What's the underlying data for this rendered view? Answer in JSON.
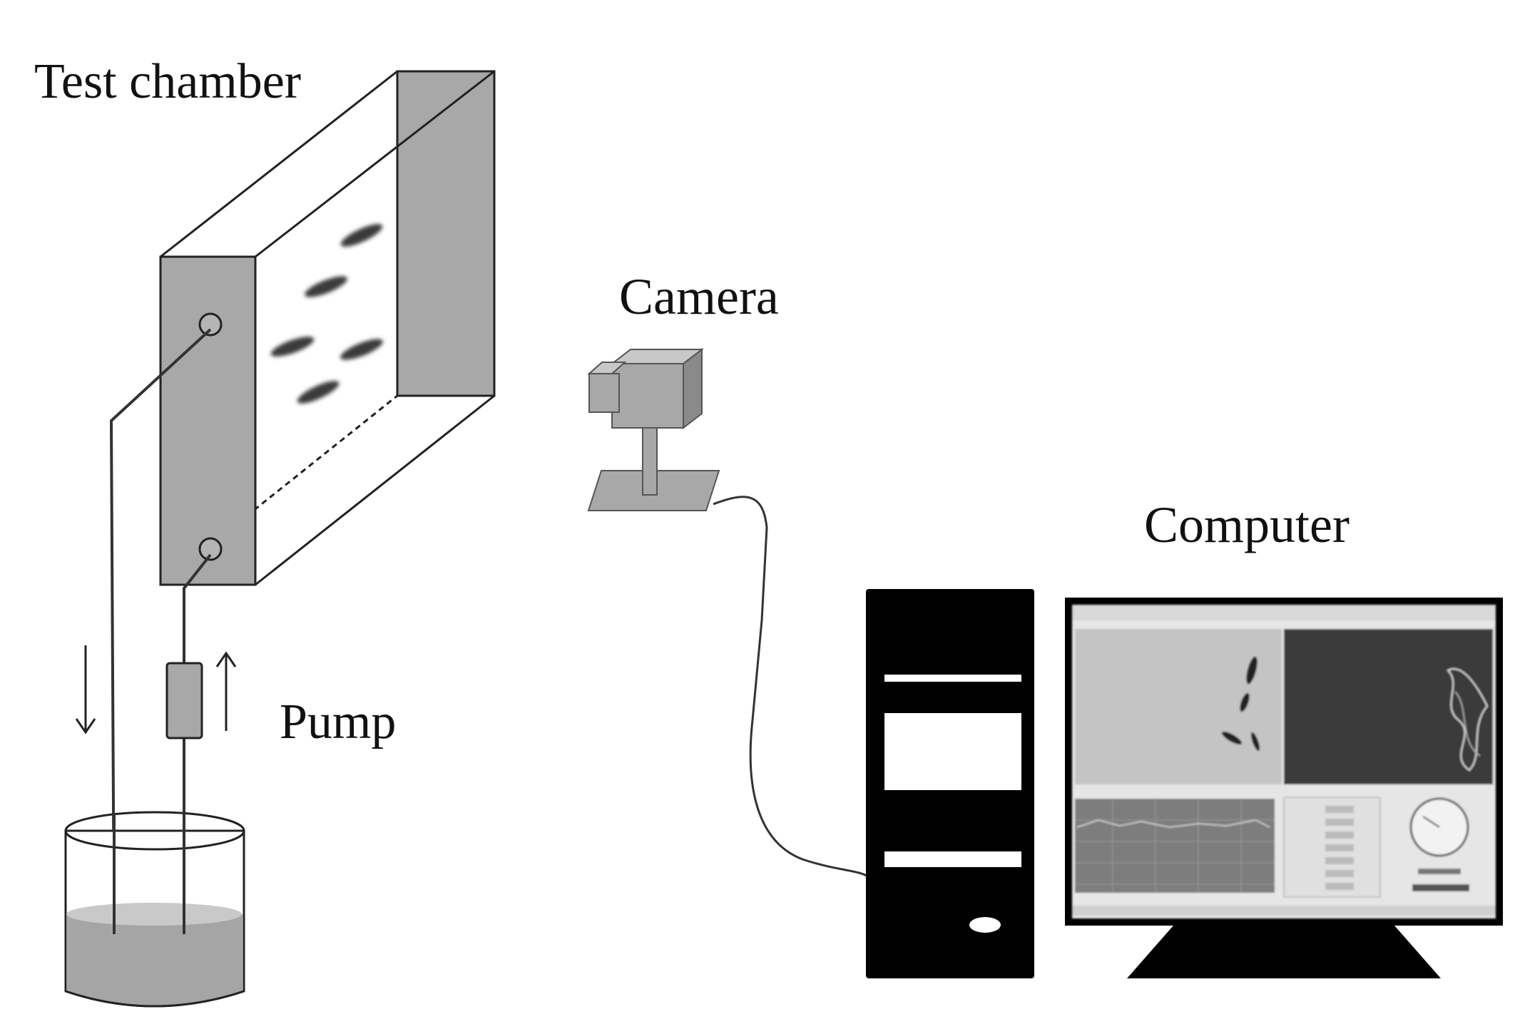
{
  "labels": {
    "test_chamber": "Test chamber",
    "camera": "Camera",
    "computer": "Computer",
    "pump": "Pump"
  },
  "colors": {
    "panel_gray": "#a8a8a8",
    "water_gray": "#a5a5a5",
    "line": "#333333",
    "black": "#000000",
    "screen_light": "#c9c9c9",
    "screen_dark": "#3a3a3a"
  },
  "flow_arrows": [
    "down-arrow",
    "up-arrow"
  ]
}
